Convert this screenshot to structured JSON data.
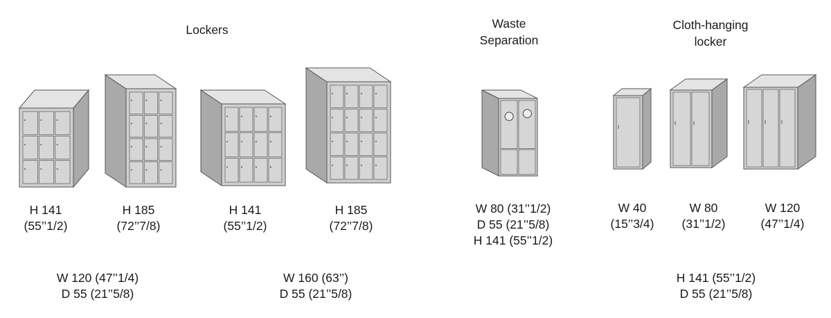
{
  "headings": {
    "lockers": "Lockers",
    "waste": [
      "Waste",
      "Separation"
    ],
    "cloth": [
      "Cloth-hanging",
      "locker"
    ]
  },
  "items": [
    {
      "id": "locker-1",
      "lines": [
        "H 141",
        "(55’’1/2)"
      ]
    },
    {
      "id": "locker-2",
      "lines": [
        "H 185",
        "(72’’7/8)"
      ]
    },
    {
      "id": "locker-3",
      "lines": [
        "H 141",
        "(55’’1/2)"
      ]
    },
    {
      "id": "locker-4",
      "lines": [
        "H 185",
        "(72’’7/8)"
      ]
    },
    {
      "id": "waste",
      "lines": [
        "W 80 (31’’1/2)",
        "D 55 (21’’5/8)",
        "H 141 (55’’1/2)"
      ]
    },
    {
      "id": "cloth-1",
      "lines": [
        "W 40",
        "(15’’3/4)"
      ]
    },
    {
      "id": "cloth-2",
      "lines": [
        "W 80",
        "(31’’1/2)"
      ]
    },
    {
      "id": "cloth-3",
      "lines": [
        "W 120",
        "(47’’1/4)"
      ]
    }
  ],
  "group_dims": [
    {
      "id": "lockers-120",
      "lines": [
        "W 120 (47’’1/4)",
        "D 55 (21’’5/8)"
      ]
    },
    {
      "id": "lockers-160",
      "lines": [
        "W 160 (63’’)",
        "D 55 (21’’5/8)"
      ]
    },
    {
      "id": "cloth-all",
      "lines": [
        "H 141 (55’’1/2)",
        "D 55 (21’’5/8)"
      ]
    }
  ],
  "colors": {
    "front": "#cfcfcf",
    "side": "#a9a9a9",
    "top": "#e4e4e4",
    "line": "#555555",
    "text": "#1a1a1a"
  }
}
